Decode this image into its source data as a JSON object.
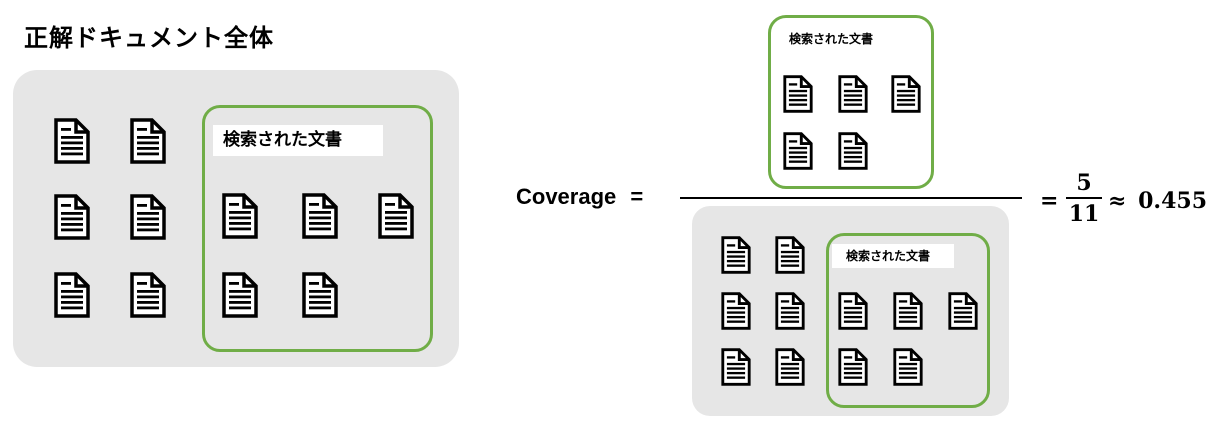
{
  "title": "正解ドキュメント全体",
  "retrieved_label": "検索された文書",
  "formula": {
    "label": "Coverage",
    "equals": "=",
    "numerator": "5",
    "denominator": "11",
    "approx": "≈",
    "result": "0.455"
  },
  "colors": {
    "gray_box": "#e6e6e6",
    "green_border": "#70ad47",
    "text": "#000000"
  },
  "icons": {
    "document": "document-icon"
  },
  "counts": {
    "total_documents": 11,
    "retrieved_documents": 5
  }
}
